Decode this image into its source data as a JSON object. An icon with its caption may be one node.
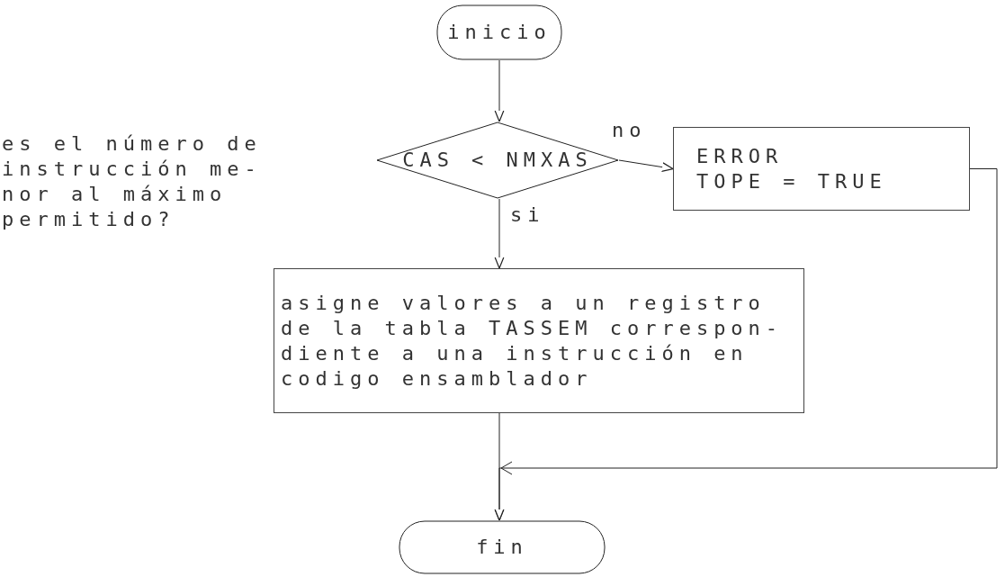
{
  "diagram": {
    "nodes": [
      {
        "text": [
          "inicio"
        ]
      },
      {
        "text": [
          "CAS < NMXAS"
        ]
      },
      {
        "text": [
          "ERROR",
          "TOPE = TRUE"
        ]
      },
      {
        "text": [
          "asigne valores a un registro de la tabla TASSEM correspon- diente a una instrucción en codigo ensamblador"
        ]
      },
      {
        "text": [
          "fin"
        ]
      }
    ],
    "edges": [
      {
        "from": 0,
        "to": 1,
        "arrow": "to"
      },
      {
        "from": 1,
        "to": 2,
        "arrow": "to",
        "label": "no"
      },
      {
        "from": 1,
        "to": 3,
        "arrow": "to",
        "label": "si"
      },
      {
        "from": 3,
        "to": 4,
        "arrow": "to"
      },
      {
        "from": 2,
        "to": 4,
        "arrow": "to"
      }
    ],
    "labels": [
      "es el número de instrucción me- nor al máximo permitido?"
    ]
  }
}
